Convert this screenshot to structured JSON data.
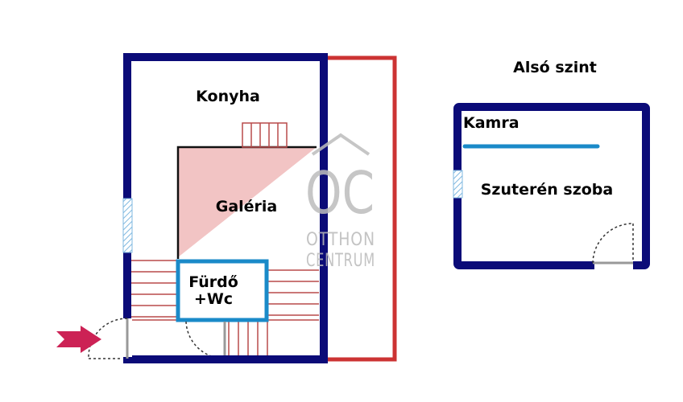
{
  "labels": {
    "kitchen": "Konyha",
    "gallery": "Galéria",
    "bathroom_line1": "Fürdő",
    "bathroom_line2": "+Wc",
    "lower_level": "Alsó szint",
    "pantry": "Kamra",
    "basement_room": "Szuterén szoba"
  },
  "watermark": {
    "logo": "OC",
    "line1": "OTTHON",
    "line2": "CENTRUM"
  },
  "colors": {
    "wall": "#0b0b78",
    "outline_red": "#cc3333",
    "bathroom_wall": "#1a8ac8",
    "gallery_fill": "#f2c4c4",
    "stairs": "#b84a4a",
    "entry_arrow": "#cc2255",
    "window": "#7fb8e0",
    "watermark": "#bdbdbd"
  },
  "icons": [
    "entry-arrow-icon",
    "door-swing-icon",
    "window-icon",
    "stairs-icon"
  ]
}
